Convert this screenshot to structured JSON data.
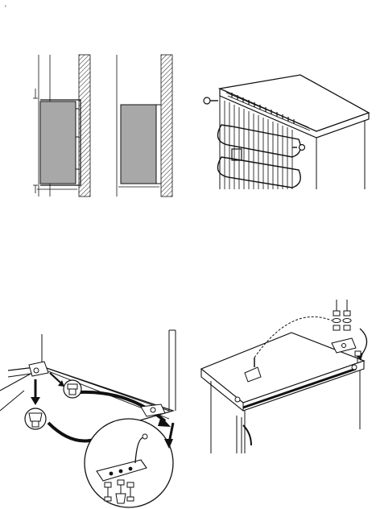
{
  "page": {
    "corner_mark": "'",
    "figures": [
      {
        "id": "fig-1",
        "subject": "niche-installation-cross-section"
      },
      {
        "id": "fig-2",
        "subject": "appliance-top-rear-condenser"
      },
      {
        "id": "fig-3",
        "subject": "bottom-hinge-door-reversal"
      },
      {
        "id": "fig-4",
        "subject": "top-hinge-door-reversal"
      }
    ],
    "colors": {
      "line": "#111111",
      "cabinet_fill": "#a8a8a8",
      "wall_hatch": "#222222",
      "background": "#ffffff"
    }
  }
}
